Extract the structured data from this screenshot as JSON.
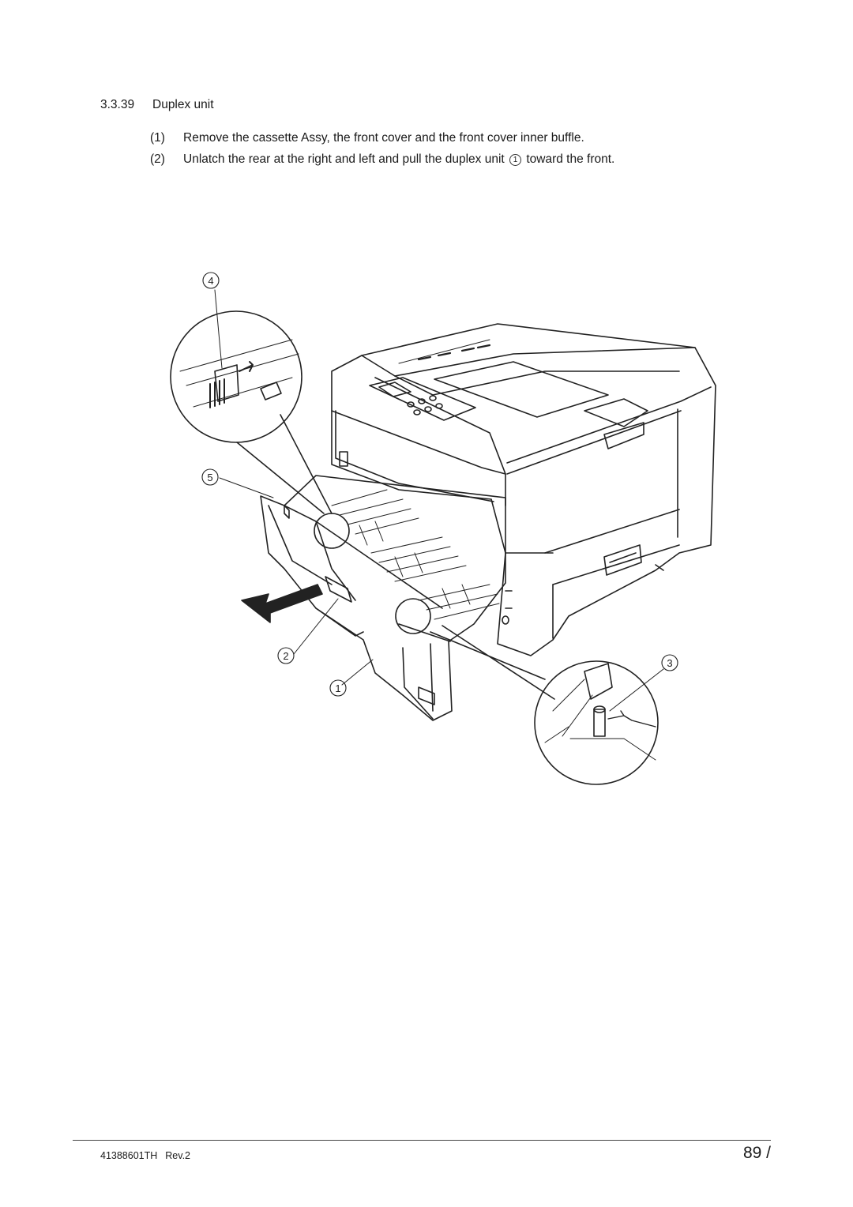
{
  "section": {
    "number": "3.3.39",
    "title": "Duplex unit"
  },
  "steps": [
    {
      "index": "(1)",
      "text": "Remove the cassette Assy, the front cover and the front cover inner buffle."
    },
    {
      "index": "(2)",
      "text_before": "Unlatch the rear at the right and left and pull the duplex unit",
      "ref": "1",
      "text_after": "toward the front."
    }
  ],
  "figure": {
    "callouts": [
      "1",
      "2",
      "3",
      "4",
      "5"
    ]
  },
  "footer": {
    "doc_number": "41388601TH",
    "revision": "Rev.2",
    "page": "89 /"
  }
}
